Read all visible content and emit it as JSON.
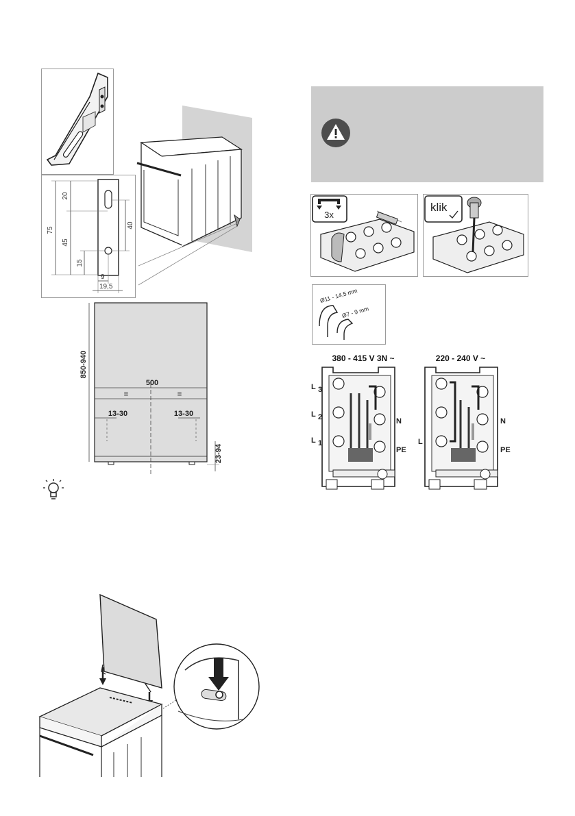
{
  "bracket_dimensions": {
    "height_total": "75",
    "slot_offset": "20",
    "hole_spacing": "40",
    "mid_height": "45",
    "bottom_offset": "15",
    "hole_x": "9",
    "width": "19,5"
  },
  "cabinet_dimensions": {
    "height_range": "850-940",
    "width": "500",
    "equal_left": "=",
    "equal_right": "=",
    "side_left": "13-30",
    "side_right": "13-30",
    "foot_height": "23-94"
  },
  "cable_diameters": {
    "large": "Ø11 - 14,5 mm",
    "small": "Ø7 - 9 mm"
  },
  "steps": {
    "repeat_label": "3x",
    "click_label": "klik"
  },
  "terminals": {
    "three_phase": {
      "voltage": "380 - 415 V 3N ~",
      "line_labels": [
        "L",
        "L",
        "L"
      ],
      "line_subscripts": [
        "3",
        "2",
        "1"
      ],
      "neutral": "N",
      "earth": "PE"
    },
    "single_phase": {
      "voltage": "220 - 240 V ~",
      "line_label": "L",
      "neutral": "N",
      "earth": "PE"
    }
  },
  "colors": {
    "warning_panel": "#cccccc",
    "warning_icon": "#4d4d4d",
    "wall": "#d4d4d4",
    "cabinet_fill": "#dddddd"
  }
}
